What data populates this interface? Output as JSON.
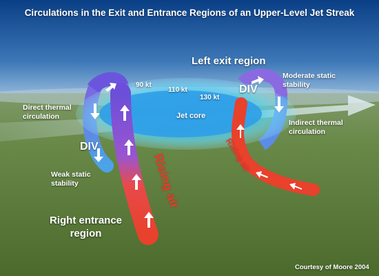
{
  "title": "Circulations in the Exit and Entrance Regions of an Upper-Level Jet Streak",
  "labels": {
    "left_exit_region": "Left exit region",
    "speed_90": "90 kt",
    "speed_110": "110 kt",
    "speed_130": "130 kt",
    "jet_core": "Jet core",
    "direct_thermal": [
      "Direct thermal",
      "circulation"
    ],
    "moderate_stability": [
      "Moderate static",
      "stability"
    ],
    "indirect_thermal": [
      "Indirect thermal",
      "circulation"
    ],
    "weak_stability": [
      "Weak static",
      "stability"
    ],
    "div_left": "DIV",
    "div_right": "DIV",
    "rising_air_left": "Rising air",
    "rising_air_right": "Rising air",
    "right_entrance": [
      "Right entrance",
      "region"
    ],
    "courtesy": "Courtesy of Moore 2004"
  },
  "colors": {
    "sky_top": "#0a3f86",
    "sky_bottom": "#8fb8dc",
    "ground": "#5b7a3c",
    "rising_red": "#e8412c",
    "sinking_blue": "#3b82d8",
    "jet_cyan": "#3fc7f0"
  }
}
